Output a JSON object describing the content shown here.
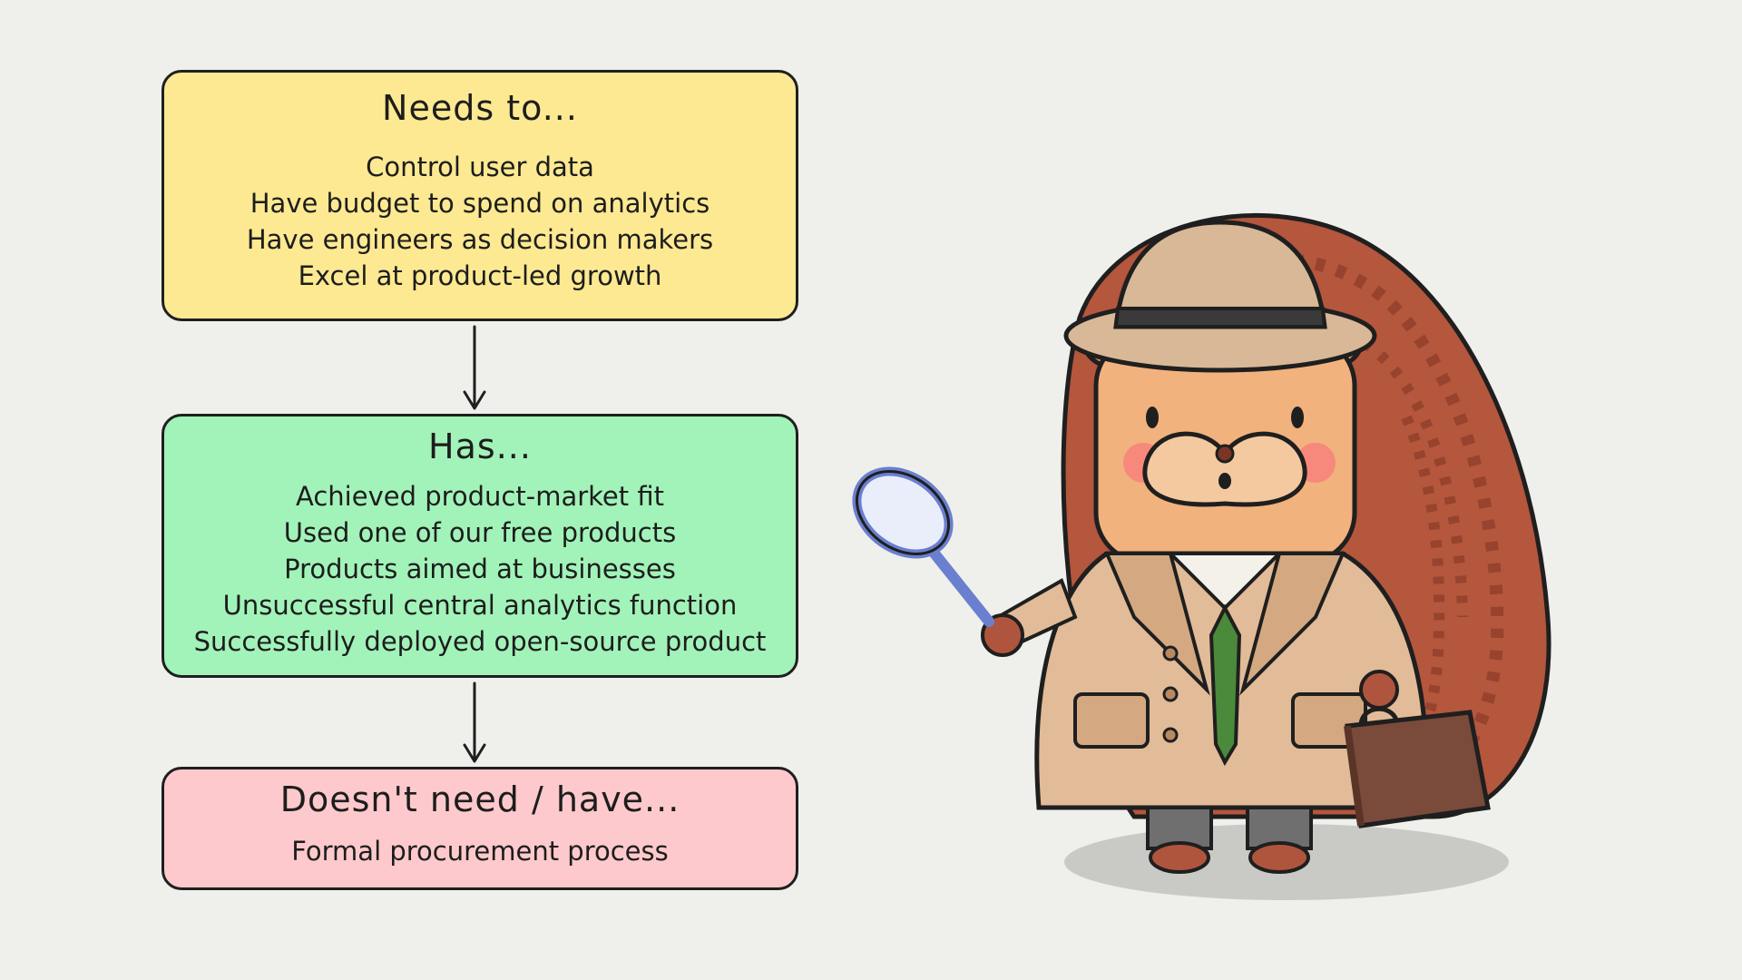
{
  "flow": {
    "needs": {
      "title": "Needs to...",
      "items": [
        "Control user data",
        "Have budget to spend on analytics",
        "Have engineers as decision makers",
        "Excel at product-led growth"
      ]
    },
    "has": {
      "title": "Has...",
      "items": [
        "Achieved product-market fit",
        "Used one of our free products",
        "Products aimed at businesses",
        "Unsuccessful central analytics function",
        "Successfully deployed open-source product"
      ]
    },
    "doesnt": {
      "title": "Doesn't need / have...",
      "items": [
        "Formal procurement process"
      ]
    }
  },
  "colors": {
    "background": "#efefeb",
    "needs_box": "#fde991",
    "has_box": "#a2f3b9",
    "doesnt_box": "#fec9cc",
    "outline": "#1f1f1f"
  },
  "illustration": {
    "icon": "detective-hedgehog-illustration"
  }
}
